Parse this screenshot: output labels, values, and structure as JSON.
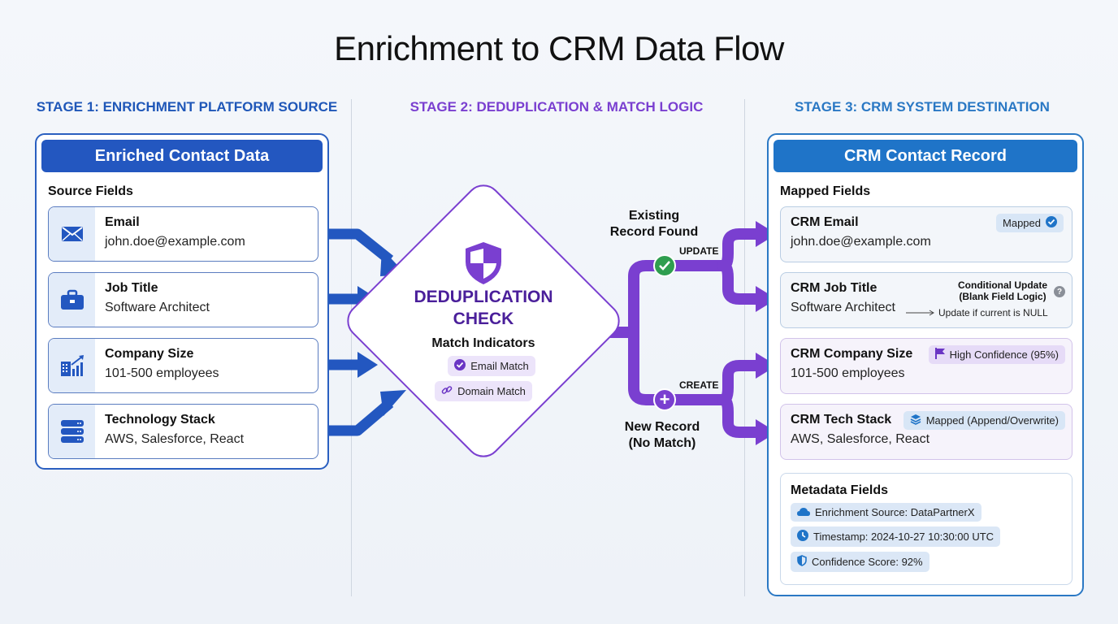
{
  "title": "Enrichment to CRM Data Flow",
  "stages": {
    "stage1": "STAGE 1: ENRICHMENT PLATFORM SOURCE",
    "stage2": "STAGE 2: DEDUPLICATION & MATCH LOGIC",
    "stage3": "STAGE 3: CRM SYSTEM DESTINATION"
  },
  "source": {
    "header": "Enriched Contact Data",
    "section_label": "Source Fields",
    "fields": [
      {
        "label": "Email",
        "value": "john.doe@example.com",
        "icon": "envelope-icon"
      },
      {
        "label": "Job Title",
        "value": "Software Architect",
        "icon": "briefcase-icon"
      },
      {
        "label": "Company Size",
        "value": "101-500 employees",
        "icon": "building-chart-icon"
      },
      {
        "label": "Technology Stack",
        "value": "AWS, Salesforce, React",
        "icon": "server-stack-icon"
      }
    ]
  },
  "dedup": {
    "title_line1": "DEDUPLICATION",
    "title_line2": "CHECK",
    "match_label": "Match Indicators",
    "chips": [
      "Email Match",
      "Domain Match"
    ]
  },
  "branches": {
    "existing_line1": "Existing",
    "existing_line2": "Record Found",
    "update_tag": "UPDATE",
    "new_line1": "New Record",
    "new_line2": "(No Match)",
    "create_tag": "CREATE"
  },
  "crm": {
    "header": "CRM Contact Record",
    "section_label": "Mapped Fields",
    "fields": [
      {
        "label": "CRM Email",
        "value": "john.doe@example.com",
        "badge": "Mapped"
      },
      {
        "label": "CRM Job Title",
        "value": "Software Architect",
        "note_line1": "Conditional Update",
        "note_line2": "(Blank Field Logic)",
        "note_rule": "Update if current is NULL"
      },
      {
        "label": "CRM Company Size",
        "value": "101-500 employees",
        "badge": "High Confidence (95%)"
      },
      {
        "label": "CRM Tech Stack",
        "value": "AWS, Salesforce, React",
        "badge": "Mapped (Append/Overwrite)"
      }
    ],
    "metadata": {
      "label": "Metadata Fields",
      "items": [
        "Enrichment Source: DataPartnerX",
        "Timestamp: 2024-10-27 10:30:00 UTC",
        "Confidence Score: 92%"
      ]
    }
  },
  "colors": {
    "blue_primary": "#2357c0",
    "purple_primary": "#7a3fd0",
    "crm_blue": "#1f74c8",
    "green_check": "#2f9e4f"
  }
}
